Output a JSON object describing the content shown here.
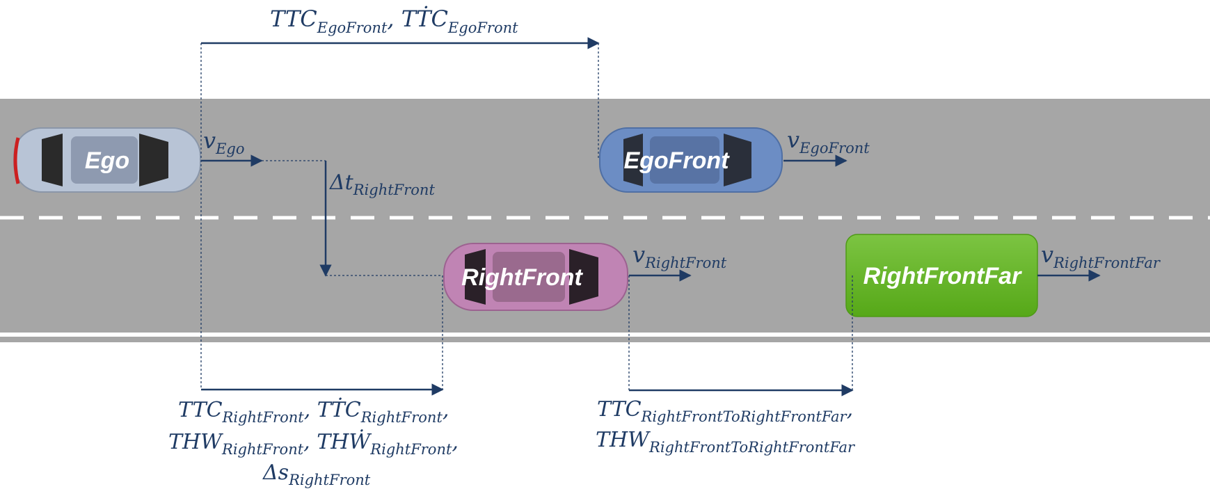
{
  "vehicles": {
    "ego": {
      "label": "Ego",
      "color": "#b8c4d6"
    },
    "ego_front": {
      "label": "EgoFront",
      "color": "#6c8dc4"
    },
    "right_front": {
      "label": "RightFront",
      "color": "#c084b4"
    },
    "right_front_far": {
      "label": "RightFrontFar",
      "color": "#66b22e"
    }
  },
  "velocities": {
    "ego": {
      "main": "v",
      "sub": "Ego"
    },
    "ego_front": {
      "main": "v",
      "sub": "EgoFront"
    },
    "right_front": {
      "main": "v",
      "sub": "RightFront"
    },
    "right_front_far": {
      "main": "v",
      "sub": "RightFrontFar"
    }
  },
  "measures": {
    "ttc_ego_front": {
      "a": "TTC",
      "a_sub": "EgoFront",
      "b": "TṪC",
      "b_sub": "EgoFront"
    },
    "dt_right_front": {
      "main": "Δt",
      "sub": "RightFront"
    },
    "right_front_line1": {
      "a": "TTC",
      "a_sub": "RightFront",
      "b": "TṪC",
      "b_sub": "RightFront"
    },
    "right_front_line2": {
      "a": "THW",
      "a_sub": "RightFront",
      "b": "THẆ",
      "b_sub": "RightFront"
    },
    "right_front_line3": {
      "main": "Δs",
      "sub": "RightFront"
    },
    "far_line1": {
      "main": "TTC",
      "sub": "RightFrontToRightFrontFar"
    },
    "far_line2": {
      "main": "THW",
      "sub": "RightFrontToRightFrontFar"
    }
  },
  "colors": {
    "road": "#a6a6a6",
    "lane_marking": "#ffffff",
    "arrow": "#1f3b64",
    "text": "#1f3b64"
  }
}
